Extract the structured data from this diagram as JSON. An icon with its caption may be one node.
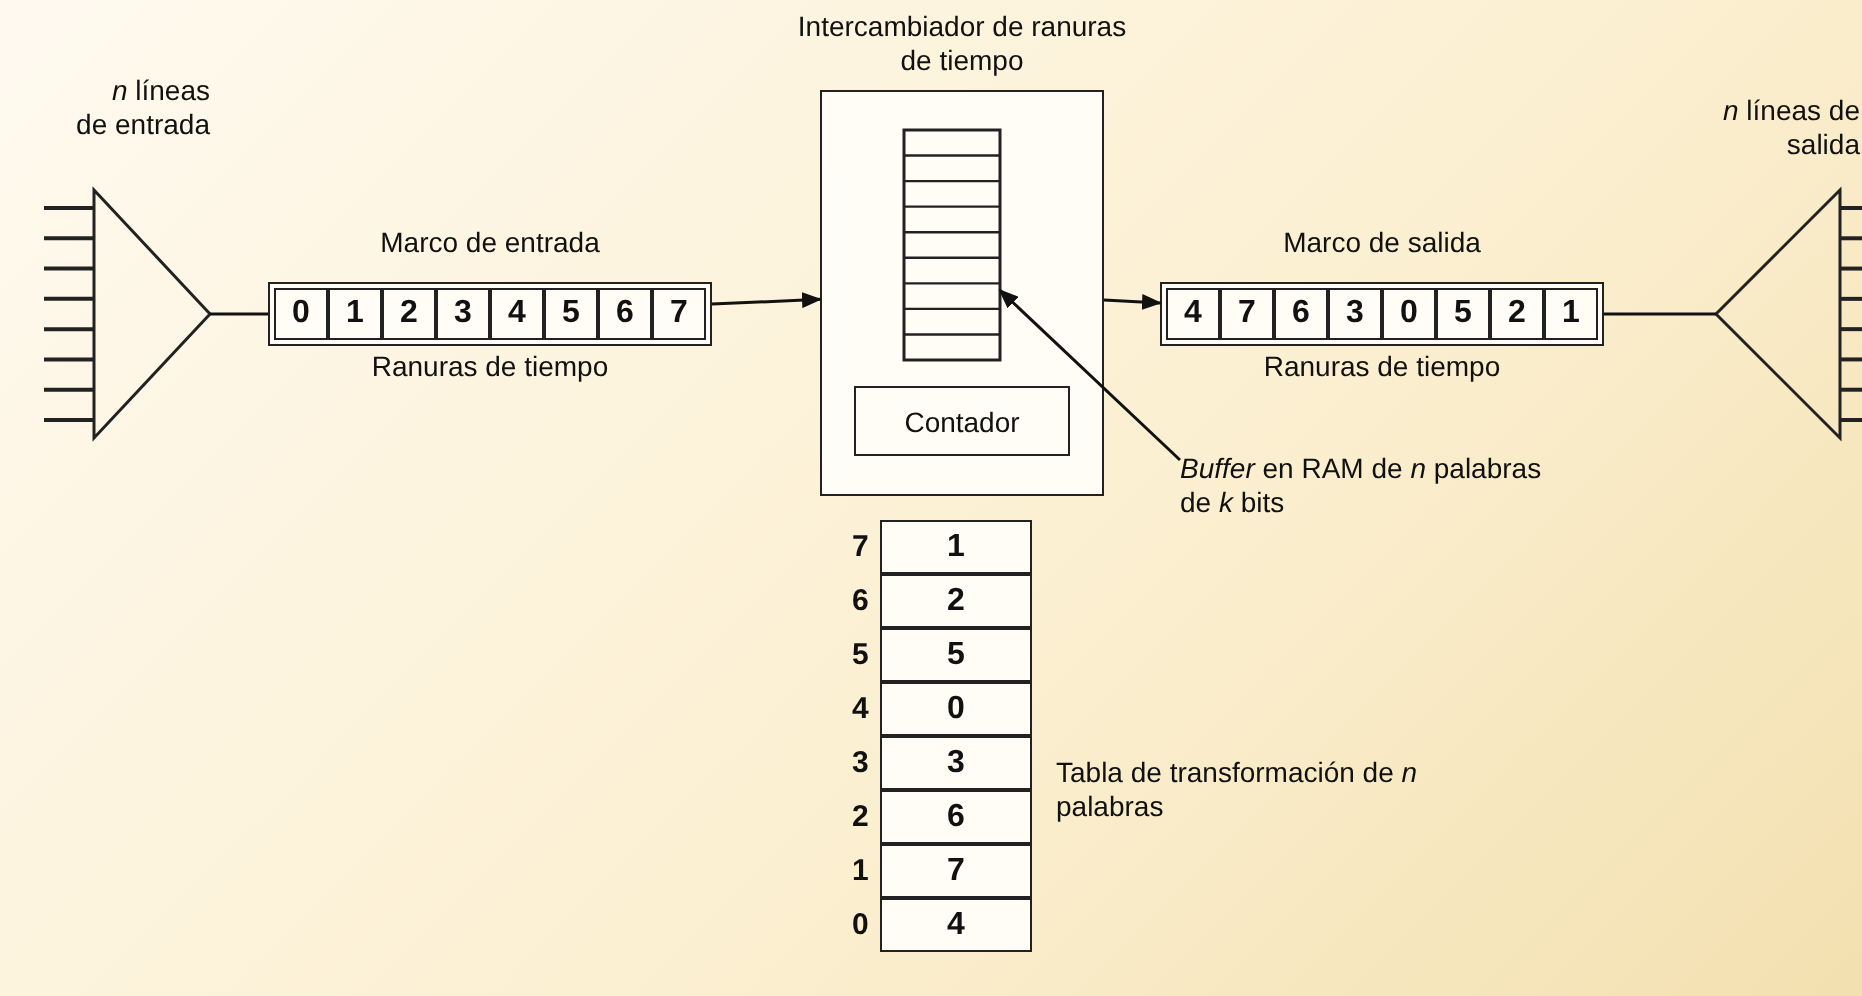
{
  "diagram": {
    "nodes": [
      {
        "text": [],
        "shape": "triangle",
        "beside": [
          "*n* líneas de entrada"
        ]
      },
      {
        "text": [
          "Marco de entrada"
        ],
        "beside": [
          "Ranuras de tiempo"
        ]
      },
      {
        "text": [
          "0"
        ],
        "in": 1
      },
      {
        "text": [
          "1"
        ],
        "in": 1
      },
      {
        "text": [
          "2"
        ],
        "in": 1
      },
      {
        "text": [
          "3"
        ],
        "in": 1
      },
      {
        "text": [
          "4"
        ],
        "in": 1
      },
      {
        "text": [
          "5"
        ],
        "in": 1
      },
      {
        "text": [
          "6"
        ],
        "in": 1
      },
      {
        "text": [
          "7"
        ],
        "in": 1
      },
      {
        "text": [
          "Intercambiador de ranuras de tiempo"
        ]
      },
      {
        "text": [],
        "shape": "box",
        "in": 10
      },
      {
        "text": [
          "Contador"
        ],
        "in": 10
      },
      {
        "text": [
          "*Buffer* en RAM de *n* palabras de *k* bits"
        ]
      },
      {
        "text": [
          "Marco de salida"
        ],
        "beside": [
          "Ranuras de tiempo"
        ]
      },
      {
        "text": [
          "4"
        ],
        "in": 14
      },
      {
        "text": [
          "7"
        ],
        "in": 14
      },
      {
        "text": [
          "6"
        ],
        "in": 14
      },
      {
        "text": [
          "3"
        ],
        "in": 14
      },
      {
        "text": [
          "0"
        ],
        "in": 14
      },
      {
        "text": [
          "5"
        ],
        "in": 14
      },
      {
        "text": [
          "2"
        ],
        "in": 14
      },
      {
        "text": [
          "1"
        ],
        "in": 14
      },
      {
        "text": [],
        "shape": "triangle",
        "beside": [
          "*n* líneas de salida"
        ]
      },
      {
        "text": [
          "Tabla de transformación de *n* palabras"
        ]
      },
      {
        "text": [
          "1"
        ],
        "in": 24,
        "beside": [
          "7"
        ]
      },
      {
        "text": [
          "2"
        ],
        "in": 24,
        "beside": [
          "6"
        ]
      },
      {
        "text": [
          "5"
        ],
        "in": 24,
        "beside": [
          "5"
        ]
      },
      {
        "text": [
          "0"
        ],
        "in": 24,
        "beside": [
          "4"
        ]
      },
      {
        "text": [
          "3"
        ],
        "in": 24,
        "beside": [
          "3"
        ]
      },
      {
        "text": [
          "6"
        ],
        "in": 24,
        "beside": [
          "2"
        ]
      },
      {
        "text": [
          "7"
        ],
        "in": 24,
        "beside": [
          "1"
        ]
      },
      {
        "text": [
          "4"
        ],
        "in": 24,
        "beside": [
          "0"
        ]
      }
    ],
    "edges": [
      {
        "from": 0,
        "to": 1,
        "arrow": "none"
      },
      {
        "from": 1,
        "to": 10,
        "arrow": "to"
      },
      {
        "from": 10,
        "to": 14,
        "arrow": "to"
      },
      {
        "from": 14,
        "to": 23,
        "arrow": "none"
      },
      {
        "from": 13,
        "to": 11,
        "arrow": "to"
      }
    ]
  }
}
